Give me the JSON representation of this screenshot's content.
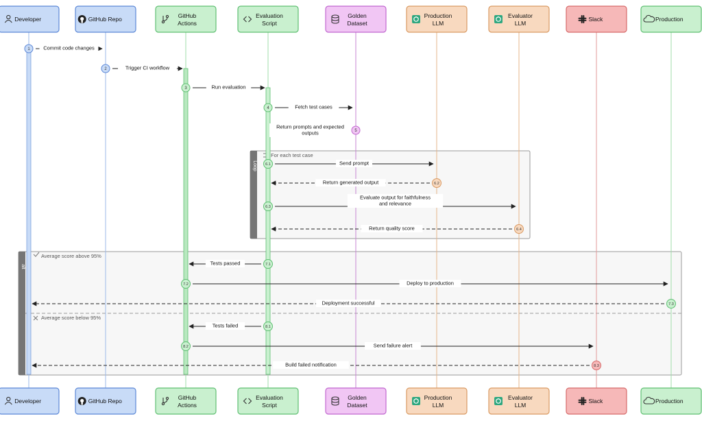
{
  "participants": [
    {
      "id": "dev",
      "label": [
        "Developer"
      ],
      "icon": "user-icon",
      "fill": "#c8dbf7",
      "stroke": "#5b87d6",
      "line": "#9bb8e8"
    },
    {
      "id": "repo",
      "label": [
        "GitHub Repo"
      ],
      "icon": "github-icon",
      "fill": "#c8dbf7",
      "stroke": "#5b87d6",
      "line": "#9bb8e8"
    },
    {
      "id": "gha",
      "label": [
        "GitHub",
        "Actions"
      ],
      "icon": "git-branch-icon",
      "fill": "#c9f0cf",
      "stroke": "#5fbf72",
      "line": "#9fdca9"
    },
    {
      "id": "eval",
      "label": [
        "Evaluation",
        "Script"
      ],
      "icon": "code-icon",
      "fill": "#c9f0cf",
      "stroke": "#5fbf72",
      "line": "#9fdca9"
    },
    {
      "id": "golden",
      "label": [
        "Golden",
        "Dataset"
      ],
      "icon": "database-icon",
      "fill": "#f1c6f4",
      "stroke": "#c066cf",
      "line": "#c784d3"
    },
    {
      "id": "prodllm",
      "label": [
        "Production",
        "LLM"
      ],
      "icon": "openai-icon",
      "fill": "#f8d9bf",
      "stroke": "#d99a63",
      "line": "#e4b48a"
    },
    {
      "id": "evalllm",
      "label": [
        "Evaluator",
        "LLM"
      ],
      "icon": "openai-icon",
      "fill": "#f8d9bf",
      "stroke": "#d99a63",
      "line": "#e4b48a"
    },
    {
      "id": "slack",
      "label": [
        "Slack"
      ],
      "icon": "slack-icon",
      "fill": "#f6b8b8",
      "stroke": "#d66a6a",
      "line": "#e39a9a"
    },
    {
      "id": "prod",
      "label": [
        "Production"
      ],
      "icon": "cloud-icon",
      "fill": "#c9f0cf",
      "stroke": "#5fbf72",
      "line": "#9fdca9"
    }
  ],
  "messages": [
    {
      "num": "1",
      "from": "dev",
      "to": "repo",
      "text": [
        "Commit code changes"
      ],
      "dashed": false,
      "marker": "from"
    },
    {
      "num": "2",
      "from": "repo",
      "to": "gha",
      "text": [
        "Trigger CI workflow"
      ],
      "dashed": false,
      "marker": "from"
    },
    {
      "num": "3",
      "from": "gha",
      "to": "eval",
      "text": [
        "Run evaluation"
      ],
      "dashed": false,
      "marker": "from"
    },
    {
      "num": "4",
      "from": "eval",
      "to": "golden",
      "text": [
        "Fetch test cases"
      ],
      "dashed": false,
      "marker": "from"
    },
    {
      "num": "5",
      "from": "golden",
      "to": "eval",
      "text": [
        "Return prompts and expected",
        "outputs"
      ],
      "dashed": true,
      "marker": "from"
    },
    {
      "num": "6.1",
      "from": "eval",
      "to": "prodllm",
      "text": [
        "Send prompt"
      ],
      "dashed": false,
      "marker": "from"
    },
    {
      "num": "6.2",
      "from": "prodllm",
      "to": "eval",
      "text": [
        "Return generated output"
      ],
      "dashed": true,
      "marker": "from"
    },
    {
      "num": "6.3",
      "from": "eval",
      "to": "evalllm",
      "text": [
        "Evaluate output for faithfulness",
        "and relevance"
      ],
      "dashed": false,
      "marker": "from"
    },
    {
      "num": "6.4",
      "from": "evalllm",
      "to": "eval",
      "text": [
        "Return quality score"
      ],
      "dashed": true,
      "marker": "from"
    },
    {
      "num": "7.1",
      "from": "eval",
      "to": "gha",
      "text": [
        "Tests passed"
      ],
      "dashed": false,
      "marker": "from"
    },
    {
      "num": "7.2",
      "from": "gha",
      "to": "prod",
      "text": [
        "Deploy to production"
      ],
      "dashed": false,
      "marker": "from"
    },
    {
      "num": "7.3",
      "from": "prod",
      "to": "dev",
      "text": [
        "Deployment successful"
      ],
      "dashed": true,
      "marker": "from"
    },
    {
      "num": "8.1",
      "from": "eval",
      "to": "gha",
      "text": [
        "Tests failed"
      ],
      "dashed": false,
      "marker": "from"
    },
    {
      "num": "8.2",
      "from": "gha",
      "to": "slack",
      "text": [
        "Send failure alert"
      ],
      "dashed": false,
      "marker": "from"
    },
    {
      "num": "8.3",
      "from": "slack",
      "to": "dev",
      "text": [
        "Build failed notification"
      ],
      "dashed": true,
      "marker": "from"
    }
  ],
  "fragments": {
    "loop": {
      "tag": "Loop",
      "condition": "For each test case"
    },
    "alt": {
      "tag": "alt",
      "condition_1": "Average score above 95%",
      "condition_2": "Average score below 95%"
    }
  }
}
